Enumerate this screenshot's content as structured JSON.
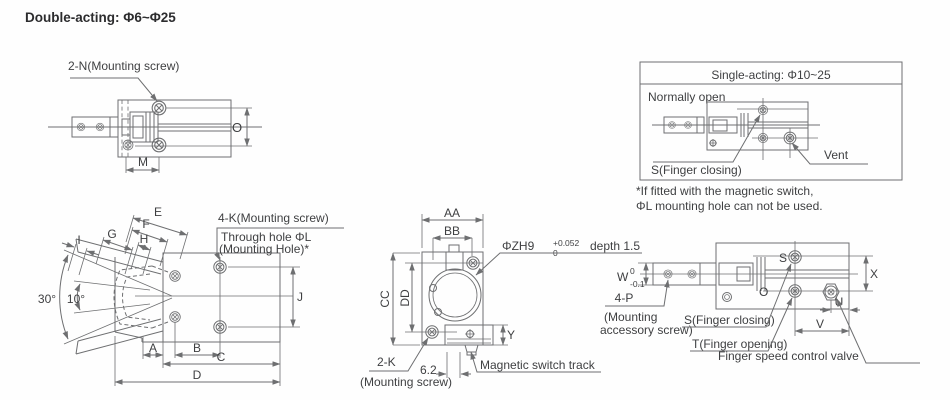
{
  "page": {
    "title": "Double-acting: Φ6~Φ25"
  },
  "colors": {
    "line": "#6e6f71",
    "text": "#3e3f41"
  },
  "fig_side": {
    "label_2n": "2-N(Mounting screw)",
    "dim_m": "M",
    "dim_o": "O"
  },
  "inset": {
    "header": "Single-acting: Φ10~25",
    "mode": "Normally open",
    "finger_closing": "S(Finger closing)",
    "vent": "Vent",
    "note1": "*If fitted with the magnetic switch,",
    "note2": "ΦL mounting hole can not be used."
  },
  "fig_front": {
    "label_4k": "4-K(Mounting screw)",
    "through1": "Through hole ΦL",
    "through2": "(Mounting Hole)*",
    "angle30": "30°",
    "angle10": "10°",
    "dim_e": "E",
    "dim_f": "F",
    "dim_g": "G",
    "dim_h": "H",
    "dim_i": "I",
    "dim_j": "J",
    "dim_a": "A",
    "dim_b": "B",
    "dim_c": "C",
    "dim_d": "D"
  },
  "fig_top": {
    "dim_aa": "AA",
    "dim_bb": "BB",
    "dim_cc": "CC",
    "dim_dd": "DD",
    "zh9": "ΦZH9",
    "tol_sup": "+0.052",
    "tol_sub": "0",
    "depth": "depth 1.5",
    "dim_y": "Y",
    "label_2k": "2-K",
    "dim_62": "6.2",
    "label_mount": "(Mounting screw)",
    "label_track": "Magnetic switch track"
  },
  "fig_bottom": {
    "dim_w": "W",
    "w_sup": "0",
    "w_sub": "-0.1",
    "label_4p": "4-P",
    "label_4p2": "(Mounting",
    "label_4p3": "accessory screw)",
    "port_s": "S",
    "port_o": "O",
    "dim_x": "X",
    "dim_u": "U",
    "dim_v": "V",
    "s_close": "S(Finger closing)",
    "t_open": "T(Finger opening)",
    "valve": "Finger speed control valve"
  }
}
